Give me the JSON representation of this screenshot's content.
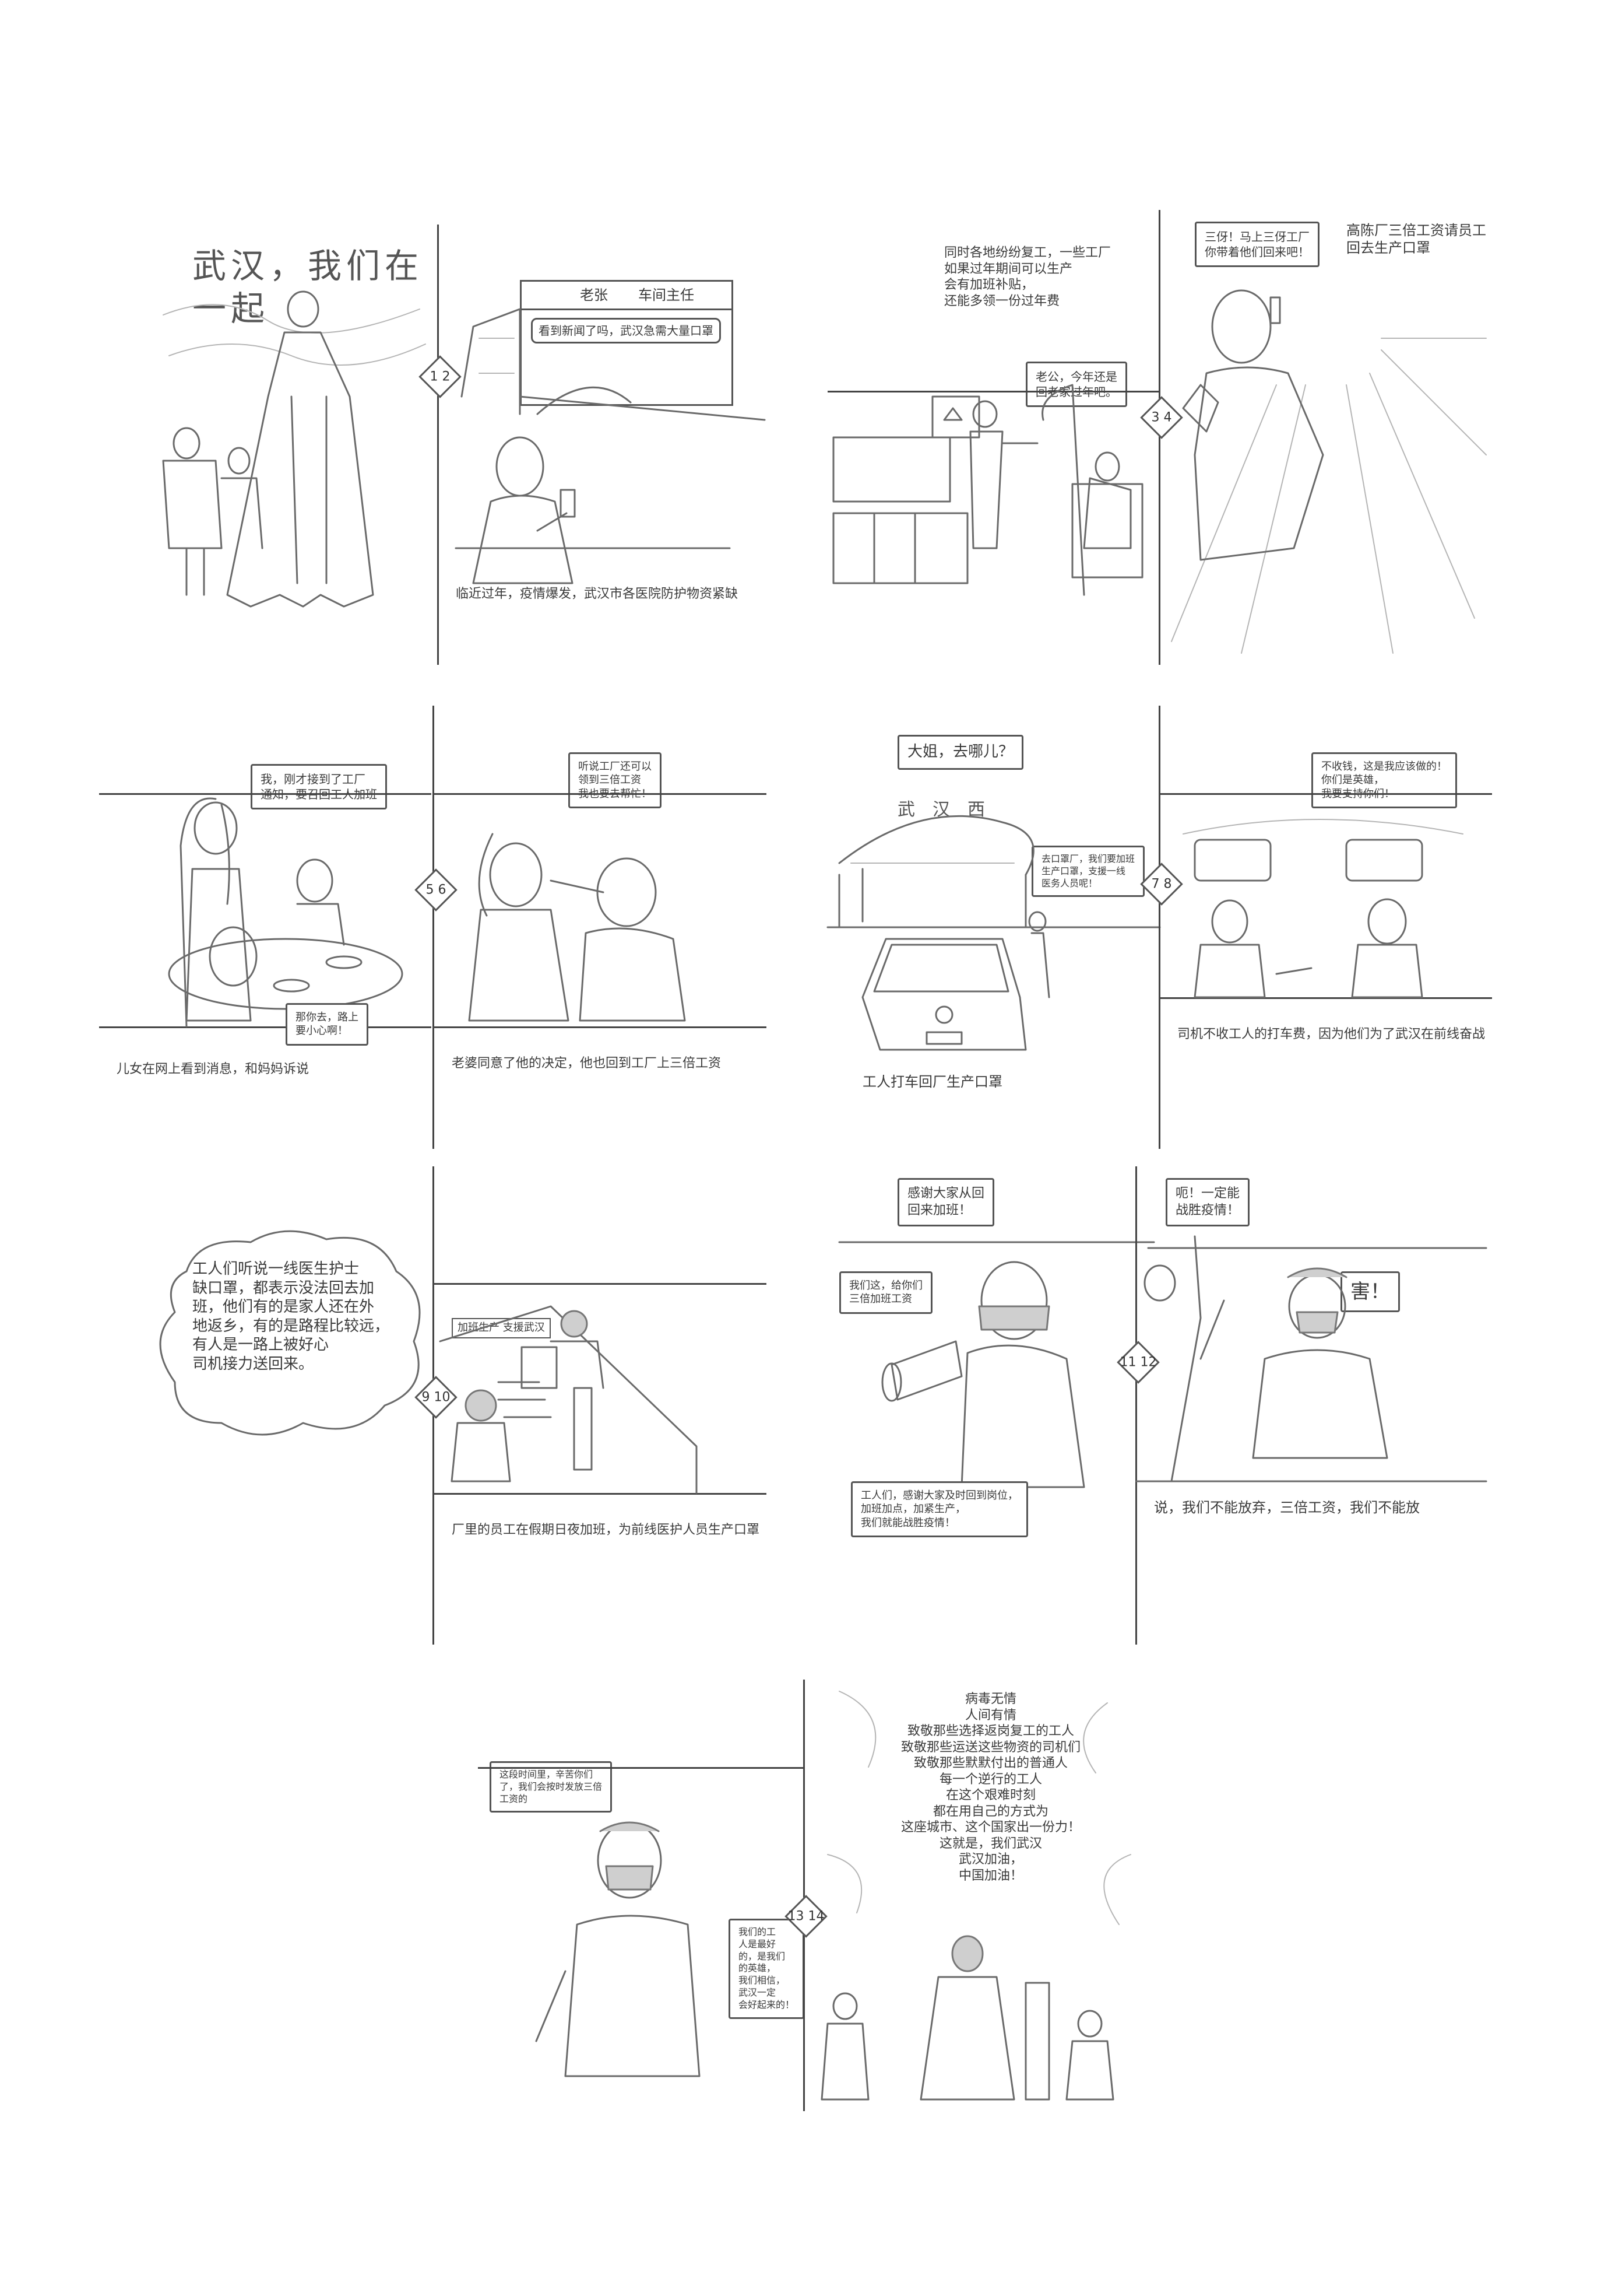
{
  "row1": {
    "p1": {
      "title": "武汉，我们在一起"
    },
    "p2": {
      "phone_header_name": "老张",
      "phone_header_role": "车间主任",
      "phone_message": "看到新闻了吗，武汉急需大量口罩",
      "caption": "临近过年，疫情爆发，武汉市各医院防护物资紧缺",
      "panel_number": "1 2"
    },
    "p3": {
      "text": "同时各地纷纷复工，一些工厂\n如果过年期间可以生产\n会有加班补贴，\n还能多领一份过年费",
      "bubble": "老公，今年还是\n回老家过年吧。"
    },
    "p4": {
      "bubble": "三伢！马上三伢工厂\n你带着他们回来吧！",
      "caption": "高陈厂三倍工资请员工\n回去生产口罩",
      "panel_number": "3 4"
    }
  },
  "row2": {
    "p5": {
      "bubble_top": "我，刚才接到了工厂\n通知，要召回工人加班",
      "bubble_bottom": "那你去，路上\n要小心啊！",
      "caption": "儿女在网上看到消息，和妈妈诉说"
    },
    "p6": {
      "bubble": "听说工厂还可以\n领到三倍工资\n我也要去帮忙！",
      "caption": "老婆同意了他的决定，他也回到工厂上三倍工资",
      "panel_number": "5 6"
    },
    "p7": {
      "bubble_top": "大姐，去哪儿？",
      "sign": "武汉西",
      "bubble_right": "去口罩厂，我们要加班\n生产口罩，支援一线\n医务人员呢！",
      "caption": "工人打车回厂生产口罩"
    },
    "p8": {
      "bubble": "不收钱，这是我应该做的！\n你们是英雄，\n我要支持你们！",
      "caption": "司机不收工人的打车费，因为他们为了武汉在前线奋战",
      "panel_number": "7 8"
    }
  },
  "row3": {
    "p9": {
      "cloud": "工人们听说一线医生护士\n缺口罩，都表示没法回去加\n班，他们有的是家人还在外\n地返乡，有的是路程比较远，\n有人是一路上被好心\n司机接力送回来。",
      "sign": "加班生产 支援武汉",
      "caption": "厂里的员工在假期日夜加班，为前线医护人员生产口罩",
      "panel_number": "9 10"
    },
    "p11": {
      "bubble_top": "感谢大家从回\n回来加班！",
      "bubble_left": "我们这，给你们\n三倍加班工资",
      "bubble_bottom": "工人们，感谢大家及时回到岗位，\n加班加点，加紧生产，\n我们就能战胜疫情！",
      "panel_number": "11 12"
    },
    "p12": {
      "bubble_left": "呃！一定能\n战胜疫情！",
      "bubble_right": "害！",
      "caption": "说，我们不能放弃，三倍工资，我们不能放"
    }
  },
  "row4": {
    "p13": {
      "bubble_top": "这段时间里，辛苦你们\n了，我们会按时发放三倍\n工资的",
      "bubble_right": "我们的工\n人是最好\n的，是我们\n的英雄，\n我们相信，\n武汉一定\n会好起来的！",
      "panel_number": "13 14"
    },
    "p14": {
      "text": "病毒无情\n人间有情\n致敬那些选择返岗复工的工人\n致敬那些运送这些物资的司机们\n致敬那些默默付出的普通人\n每一个逆行的工人\n在这个艰难时刻\n都在用自己的方式为\n这座城市、这个国家出一份力！\n这就是，我们武汉\n武汉加油，\n中国加油！"
    }
  }
}
